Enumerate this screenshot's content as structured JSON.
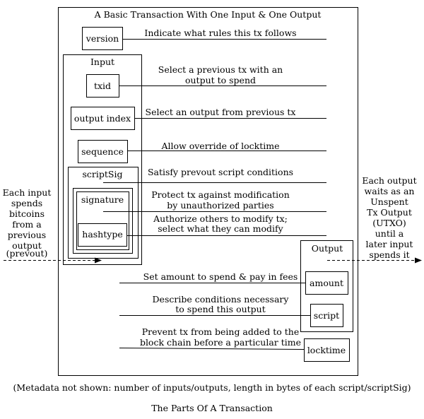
{
  "title": "A Basic Transaction With One Input & One Output",
  "boxes": {
    "version": "version",
    "input": "Input",
    "txid": "txid",
    "output_index": "output index",
    "sequence": "sequence",
    "scriptsig": "scriptSig",
    "signature": "signature",
    "hashtype": "hashtype",
    "output": "Output",
    "amount": "amount",
    "script": "script",
    "locktime": "locktime"
  },
  "descriptions": {
    "version": [
      "Indicate what rules this tx follows"
    ],
    "txid": [
      "Select a previous tx with an",
      "output to spend"
    ],
    "output_index": [
      "Select an output from previous tx"
    ],
    "sequence": [
      "Allow override of locktime"
    ],
    "scriptsig": [
      "Satisfy prevout script conditions"
    ],
    "signature": [
      "Protect tx against modification",
      "by unauthorized parties"
    ],
    "hashtype": [
      "Authorize others to modify tx;",
      "select what they can modify"
    ],
    "amount": [
      "Set amount to spend & pay in fees"
    ],
    "script": [
      "Describe conditions necessary",
      "to spend this output"
    ],
    "locktime": [
      "Prevent tx from being added to the",
      "block chain before a particular time"
    ]
  },
  "left_note": [
    "Each input",
    "spends",
    "bitcoins",
    "from a",
    "previous",
    "output",
    "(prevout)"
  ],
  "right_note": [
    "Each output",
    "waits as an",
    "Unspent",
    "Tx Output",
    "(UTXO)",
    "until a",
    "later input",
    "spends it"
  ],
  "footer": {
    "metadata": "(Metadata not shown: number of inputs/outputs, length in bytes of each script/scriptSig)",
    "caption": "The Parts Of A Transaction"
  }
}
